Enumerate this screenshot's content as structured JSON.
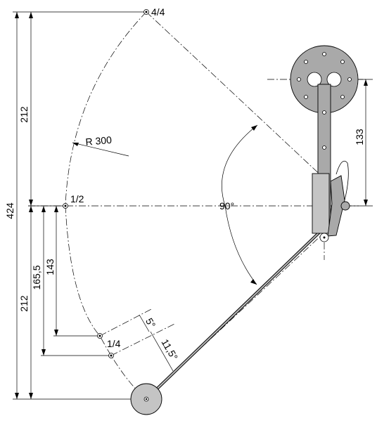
{
  "labels": {
    "pos_full": "4/4",
    "pos_half": "1/2",
    "pos_quarter": "1/4",
    "radius": "R 300",
    "angle": "90°",
    "dim_upper": "212",
    "dim_lower": "212",
    "dim_total": "424",
    "dim_arm": "133",
    "dim_165": "165,5",
    "dim_143": "143",
    "angle_small": "5°",
    "angle_mid": "11,5°"
  },
  "colors": {
    "part_fill": "#a9a9a9",
    "line": "#000000"
  }
}
